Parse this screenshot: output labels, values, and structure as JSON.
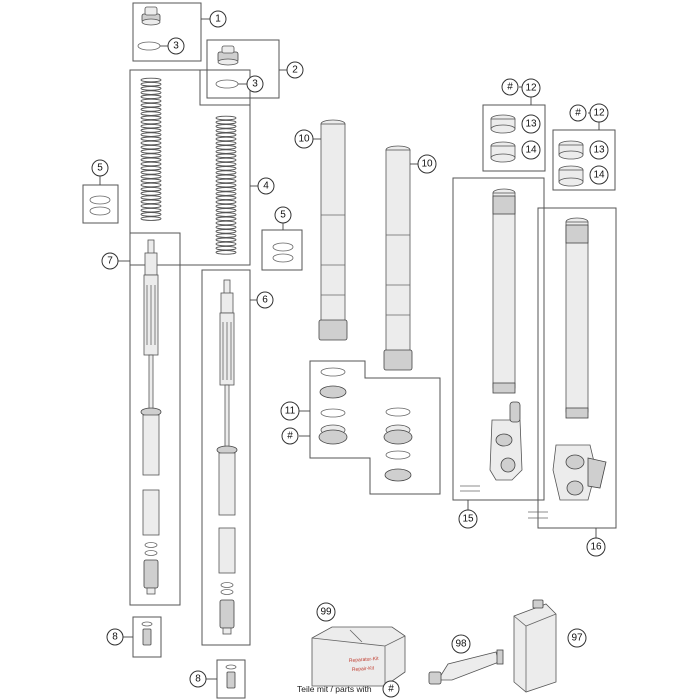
{
  "callouts": {
    "c1": "1",
    "c2": "2",
    "c3a": "3",
    "c3b": "3",
    "c4": "4",
    "c5a": "5",
    "c5b": "5",
    "c6": "6",
    "c7": "7",
    "c8a": "8",
    "c8b": "8",
    "c10a": "10",
    "c10b": "10",
    "c11": "11",
    "c11hash": "#",
    "c12a": "12",
    "c12hash_a": "#",
    "c13a": "13",
    "c14a": "14",
    "c12b": "12",
    "c12hash_b": "#",
    "c13b": "13",
    "c14b": "14",
    "c15": "15",
    "c16": "16",
    "c97": "97",
    "c98": "98",
    "c99": "99",
    "caption_hash": "#"
  },
  "caption": "Teile mit / parts with",
  "kit_label": {
    "line1": "Reparatur-Kit",
    "line2": "Repair-Kit"
  },
  "colors": {
    "line": "#555555",
    "part_fill": "#ececec",
    "kit_text": "#c0392b"
  }
}
